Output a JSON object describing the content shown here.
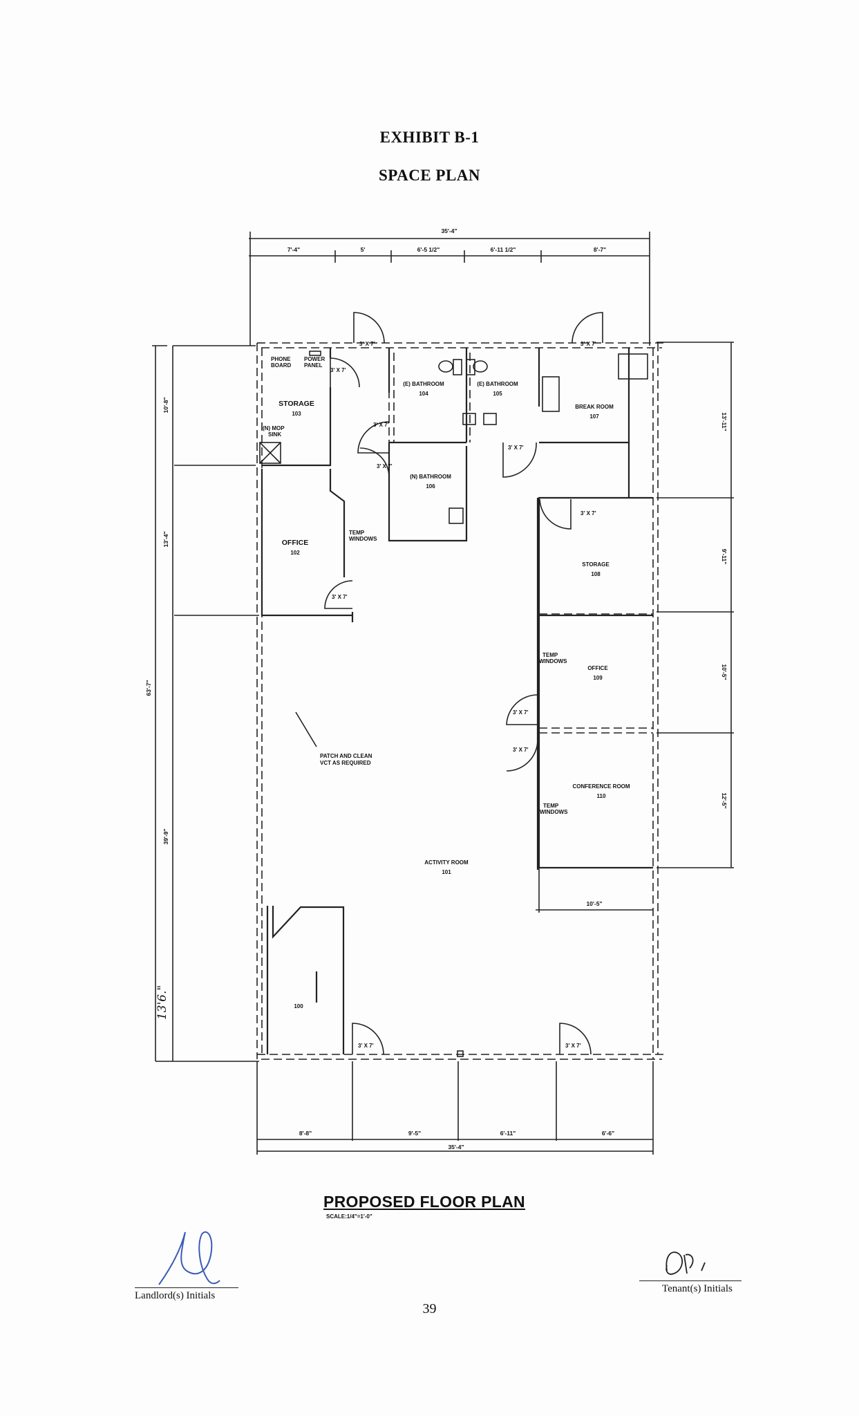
{
  "header": {
    "exhibit": "EXHIBIT B-1",
    "subtitle": "SPACE PLAN"
  },
  "plan": {
    "title": "PROPOSED FLOOR PLAN",
    "scale": "SCALE:1/4\"=1'-0\"",
    "dims_top": {
      "overall": "35'-4\"",
      "d1": "7'-4\"",
      "d2": "5'",
      "d3": "6'-5 1/2\"",
      "d4": "6'-11 1/2\"",
      "d5": "8'-7\""
    },
    "dims_bottom": {
      "overall": "35'-4\"",
      "d1": "8'-8\"",
      "d2": "9'-5\"",
      "d3": "6'-11\"",
      "d4": "6'-6\""
    },
    "dims_left": {
      "overall": "63'-7\"",
      "d1": "10'-8\"",
      "d2": "13'-4\"",
      "d3": "39'-9\"",
      "handwritten": "13'6.\""
    },
    "dims_right": {
      "d1": "13'-11\"",
      "d2": "9'-11\"",
      "d3": "10'-5\"",
      "d4": "12'-5\""
    },
    "dim_conf": "10'-5\"",
    "door": "3' X 7'",
    "rooms": [
      {
        "name": "STORAGE",
        "num": "103"
      },
      {
        "name": "(E) BATHROOM",
        "num": "104"
      },
      {
        "name": "(E) BATHROOM",
        "num": "105"
      },
      {
        "name": "(N) BATHROOM",
        "num": "106"
      },
      {
        "name": "BREAK ROOM",
        "num": "107"
      },
      {
        "name": "OFFICE",
        "num": "102"
      },
      {
        "name": "STORAGE",
        "num": "108"
      },
      {
        "name": "OFFICE",
        "num": "109"
      },
      {
        "name": "CONFERENCE ROOM",
        "num": "110"
      },
      {
        "name": "ACTIVITY ROOM",
        "num": "101"
      },
      {
        "name": "",
        "num": "100"
      }
    ],
    "notes": {
      "phone": [
        "PHONE",
        "BOARD"
      ],
      "power": [
        "POWER",
        "PANEL"
      ],
      "mop": [
        "(N) MOP",
        "SINK"
      ],
      "temp": [
        "TEMP",
        "WINDOWS"
      ],
      "patch": [
        "PATCH AND CLEAN",
        "VCT AS REQUIRED"
      ]
    }
  },
  "footer": {
    "landlord": "Landlord(s) Initials",
    "tenant": "Tenant(s) Initials",
    "page": "39"
  }
}
